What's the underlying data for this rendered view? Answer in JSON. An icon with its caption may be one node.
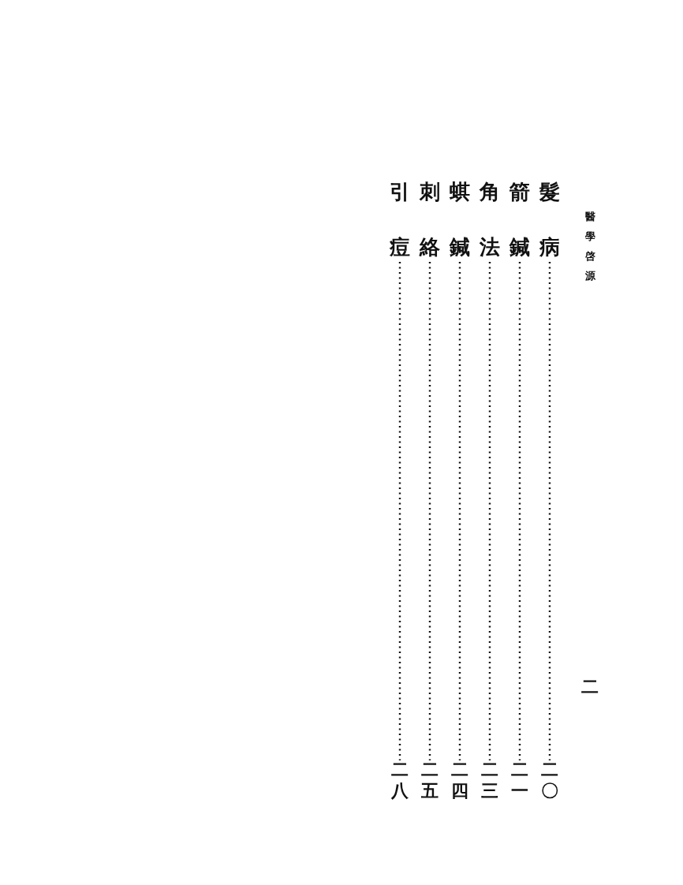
{
  "diagram": {
    "nodes": [
      {
        "text": [
          "髮病"
        ]
      },
      {
        "text": [
          "二〇"
        ]
      },
      {
        "text": [
          "箭鍼"
        ]
      },
      {
        "text": [
          "二一"
        ]
      },
      {
        "text": [
          "角法"
        ]
      },
      {
        "text": [
          "二三"
        ]
      },
      {
        "text": [
          "蜞鍼"
        ]
      },
      {
        "text": [
          "二四"
        ]
      },
      {
        "text": [
          "刺絡"
        ]
      },
      {
        "text": [
          "二五"
        ]
      },
      {
        "text": [
          "引痘"
        ]
      },
      {
        "text": [
          "二八"
        ]
      }
    ],
    "edges": [
      {
        "from": 0,
        "to": 1,
        "arrow": "none",
        "style": "dashed"
      },
      {
        "from": 2,
        "to": 3,
        "arrow": "none",
        "style": "dashed"
      },
      {
        "from": 4,
        "to": 5,
        "arrow": "none",
        "style": "dashed"
      },
      {
        "from": 6,
        "to": 7,
        "arrow": "none",
        "style": "dashed"
      },
      {
        "from": 8,
        "to": 9,
        "arrow": "none",
        "style": "dashed"
      },
      {
        "from": 10,
        "to": 11,
        "arrow": "none",
        "style": "dashed"
      }
    ],
    "labels": [
      "醫學啓源",
      "二"
    ]
  }
}
